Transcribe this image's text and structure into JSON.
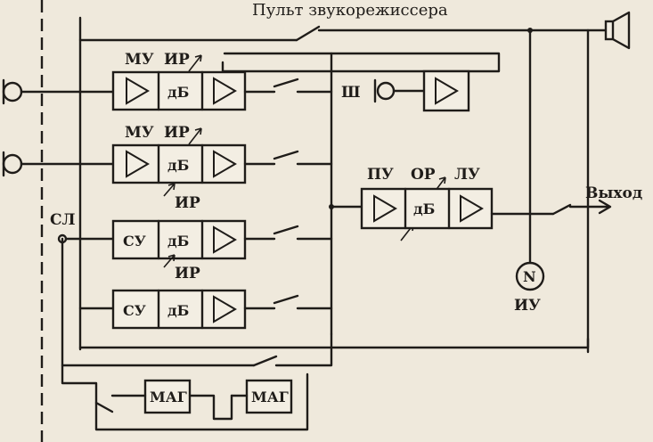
{
  "diagram": {
    "title": "Пульт звукорежиссера",
    "channels": [
      {
        "upper_labels": [
          "МУ",
          "ИР"
        ],
        "cells": [
          "",
          "дБ",
          ""
        ]
      },
      {
        "upper_labels": [
          "МУ",
          "ИР"
        ],
        "cells": [
          "",
          "дБ",
          ""
        ]
      },
      {
        "upper_labels": [
          "ИР"
        ],
        "cells": [
          "СУ",
          "дБ",
          ""
        ]
      },
      {
        "upper_labels": [
          "ИР"
        ],
        "cells": [
          "СУ",
          "дБ",
          ""
        ]
      }
    ],
    "bus_label": "Ш",
    "output_stage": {
      "labels": [
        "ПУ",
        "ОР",
        "ЛУ"
      ],
      "cells": [
        "",
        "дБ",
        ""
      ]
    },
    "output_label": "Выход",
    "line_input_label": "СЛ",
    "indicator_symbol": "N",
    "indicator_label": "ИУ",
    "tape_recorders": [
      "МАГ",
      "МАГ"
    ]
  }
}
